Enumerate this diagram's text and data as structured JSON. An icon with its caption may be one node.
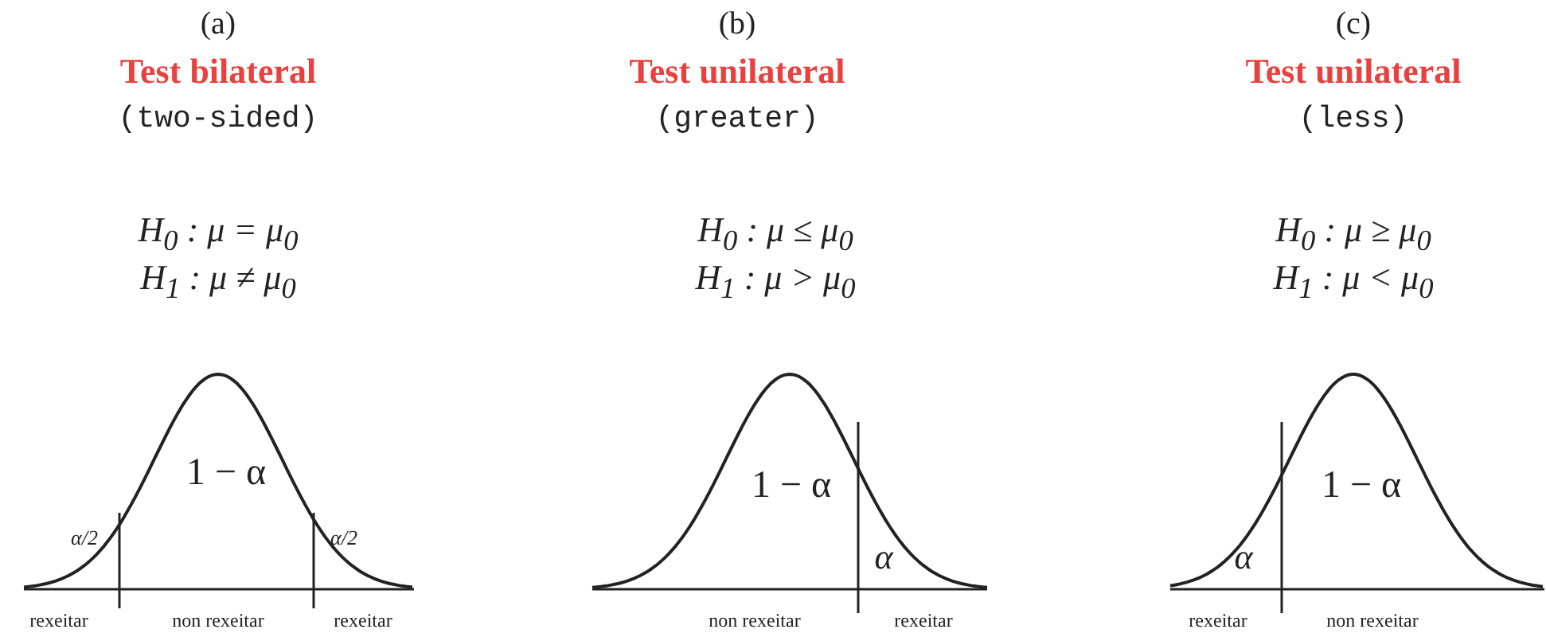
{
  "diagram": {
    "labels": [
      "(a)",
      "Test bilateral",
      "(two-sided)",
      "H$_{0}$ : μ = μ$_{0}$",
      "H$_{1}$ : μ ≠ μ$_{0}$",
      "1 − α",
      "α/2",
      "α/2",
      "rexeitar",
      "non rexeitar",
      "rexeitar",
      "(b)",
      "Test unilateral",
      "(greater)",
      "H$_{0}$ : μ ≤ μ$_{0}$",
      "H$_{1}$ : μ > μ$_{0}$",
      "1 − α",
      "α",
      "non rexeitar",
      "rexeitar",
      "(c)",
      "Test unilateral",
      "(less)",
      "H$_{0}$ : μ ≥ μ$_{0}$",
      "H$_{1}$ : μ < μ$_{0}$",
      "1 − α",
      "α",
      "rexeitar",
      "non rexeitar"
    ]
  }
}
